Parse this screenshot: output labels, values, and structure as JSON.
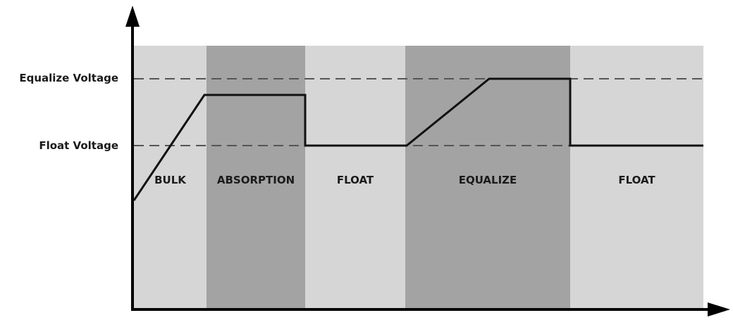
{
  "levels": {
    "equalize": "Equalize Voltage",
    "float": "Float Voltage"
  },
  "stages": [
    {
      "label": "BULK",
      "shade": "light"
    },
    {
      "label": "ABSORPTION",
      "shade": "dark"
    },
    {
      "label": "FLOAT",
      "shade": "light"
    },
    {
      "label": "EQUALIZE",
      "shade": "dark"
    },
    {
      "label": "FLOAT",
      "shade": "light"
    }
  ],
  "colors": {
    "light_band": "#d6d6d6",
    "dark_band": "#a3a3a3",
    "line": "#111111",
    "dashed": "#555555"
  }
}
